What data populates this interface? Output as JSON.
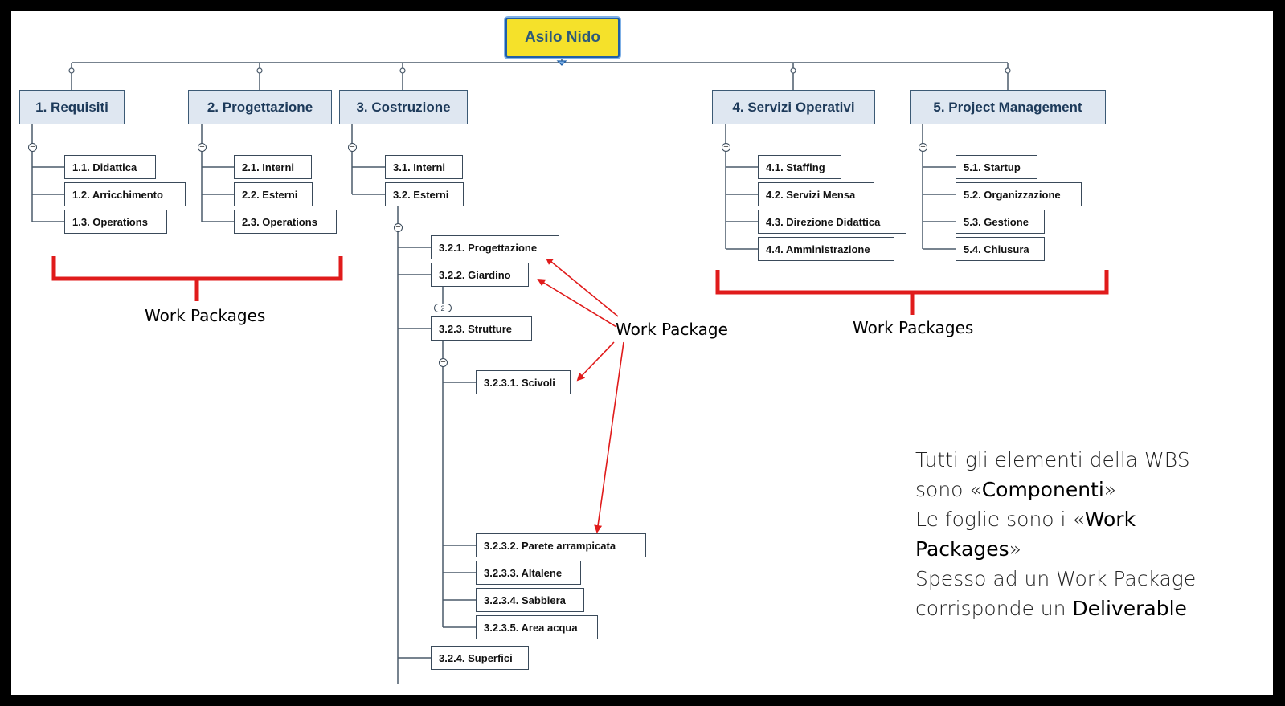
{
  "root": "Asilo Nido",
  "level1": [
    "1. Requisiti",
    "2. Progettazione",
    "3. Costruzione",
    "4. Servizi Operativi",
    "5. Project Management"
  ],
  "req": [
    "1.1. Didattica",
    "1.2. Arricchimento",
    "1.3. Operations"
  ],
  "prog": [
    "2.1. Interni",
    "2.2. Esterni",
    "2.3. Operations"
  ],
  "costr": [
    "3.1. Interni",
    "3.2. Esterni"
  ],
  "esterni": [
    "3.2.1. Progettazione",
    "3.2.2. Giardino",
    "3.2.3. Strutture",
    "3.2.4. Superfici"
  ],
  "strutture": [
    "3.2.3.1. Scivoli",
    "3.2.3.2. Parete arrampicata",
    "3.2.3.3. Altalene",
    "3.2.3.4. Sabbiera",
    "3.2.3.5. Area acqua"
  ],
  "servizi": [
    "4.1. Staffing",
    "4.2. Servizi Mensa",
    "4.3. Direzione Didattica",
    "4.4. Amministrazione"
  ],
  "pm": [
    "5.1. Startup",
    "5.2. Organizzazione",
    "5.3. Gestione",
    "5.4. Chiusura"
  ],
  "collapsed_count": "2",
  "labels": {
    "work_packages_left": "Work Packages",
    "work_package_center": "Work Package",
    "work_packages_right": "Work Packages"
  },
  "note": {
    "l1a": "Tutti gli elementi della WBS",
    "l2a": "sono «",
    "l2b": "Componenti",
    "l2c": "»",
    "l3a": "Le foglie sono i «",
    "l3b": "Work",
    "l4a": "Packages",
    "l4b": "»",
    "l5a": "Spesso ad un Work Package",
    "l6a": "corrisponde un ",
    "l6b": "Deliverable"
  },
  "colors": {
    "accent_red": "#e01b1b",
    "root_fill": "#f5e12a",
    "level1_fill": "#dfe7f1",
    "line": "#3a4a5a"
  }
}
